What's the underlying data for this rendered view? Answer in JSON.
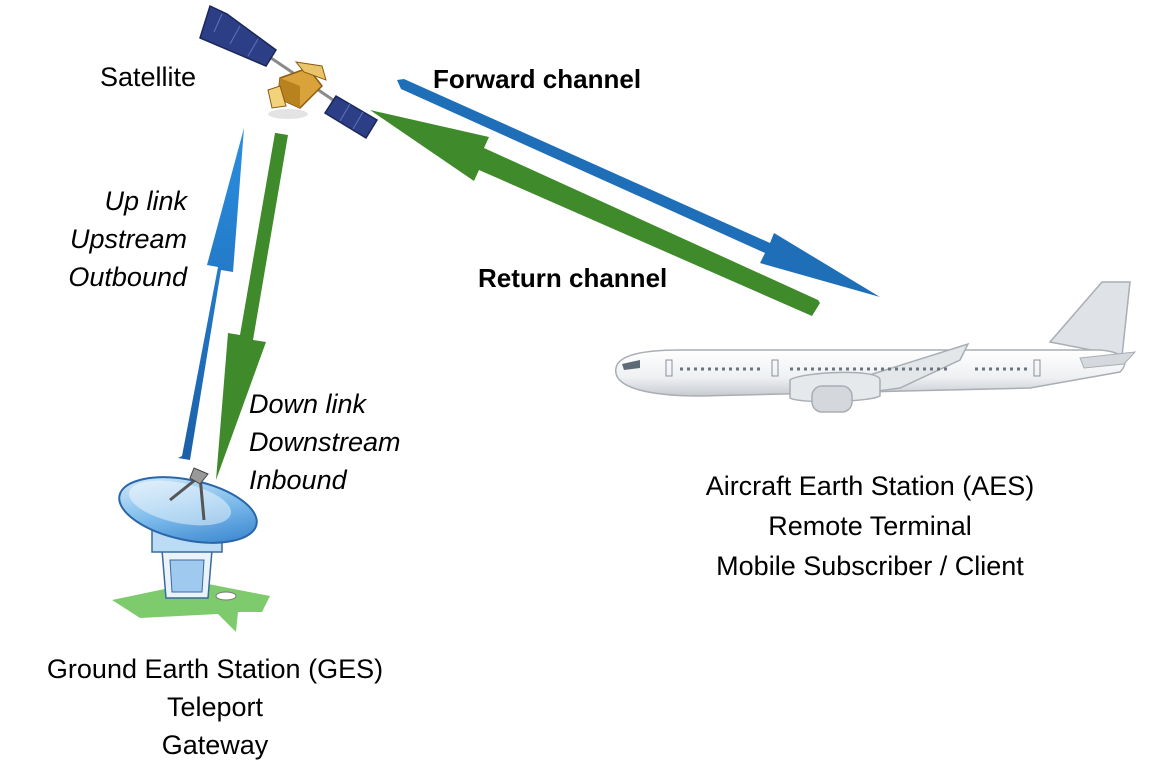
{
  "satellite": {
    "label": "Satellite"
  },
  "channels": {
    "forward": "Forward channel",
    "return": "Return channel"
  },
  "uplink": {
    "lines": [
      "Up link",
      "Upstream",
      "Outbound"
    ]
  },
  "downlink": {
    "lines": [
      "Down link",
      "Downstream",
      "Inbound"
    ]
  },
  "ground_station": {
    "lines": [
      "Ground Earth Station (GES)",
      "Teleport",
      "Gateway"
    ]
  },
  "aircraft_station": {
    "lines": [
      "Aircraft Earth Station (AES)",
      "Remote Terminal",
      "Mobile Subscriber / Client"
    ]
  },
  "colors": {
    "forward": "#1f6fb8",
    "return": "#3f8a2a",
    "ground": "#7ecb6e",
    "dish": "#3a8fd6"
  },
  "icons": [
    "satellite-icon",
    "satellite-dish-icon",
    "aircraft-icon"
  ]
}
